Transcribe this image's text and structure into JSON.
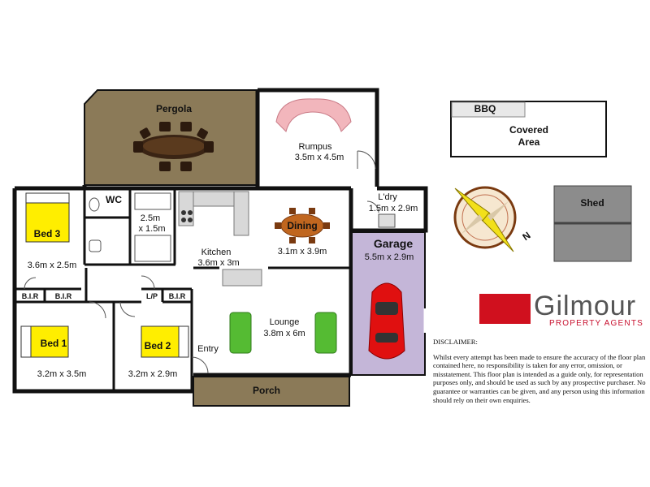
{
  "rooms": {
    "pergola": {
      "name": "Pergola"
    },
    "rumpus": {
      "name": "Rumpus",
      "size": "3.5m x 4.5m"
    },
    "bed3": {
      "name": "Bed 3",
      "size": "3.6m x 2.5m"
    },
    "wc": {
      "name": "WC"
    },
    "bath": {
      "size_line1": "2.5m",
      "size_line2": "x 1.5m"
    },
    "kitchen": {
      "name": "Kitchen",
      "size": "3.6m x 3m"
    },
    "dining": {
      "name": "Dining",
      "size": "3.1m x 3.9m"
    },
    "laundry": {
      "name": "L'dry",
      "size": "1.5m x 2.9m"
    },
    "garage": {
      "name": "Garage",
      "size": "5.5m x 2.9m"
    },
    "bir1": {
      "name": "B.I.R"
    },
    "bir2": {
      "name": "B.I.R"
    },
    "lp": {
      "name": "L/P"
    },
    "bir3": {
      "name": "B.I.R"
    },
    "bed1": {
      "name": "Bed 1",
      "size": "3.2m x 3.5m"
    },
    "bed2": {
      "name": "Bed 2",
      "size": "3.2m x 2.9m"
    },
    "lounge": {
      "name": "Lounge",
      "size": "3.8m x 6m"
    },
    "entry": {
      "name": "Entry"
    },
    "porch": {
      "name": "Porch"
    }
  },
  "outbuildings": {
    "bbq": "BBQ",
    "covered_area_line1": "Covered",
    "covered_area_line2": "Area",
    "shed": "Shed"
  },
  "compass": {
    "direction": "N"
  },
  "colors": {
    "pergola": "#8b7a58",
    "porch": "#8b7a58",
    "garage": "#c4b6d8",
    "bed_label": "#ffee00",
    "sofa_green": "#55bb33",
    "rumpus_sofa": "#f2b6bc",
    "dining_table": "#c0661f",
    "car": "#e01010",
    "wall": "#111111",
    "brand_red": "#d0101e"
  },
  "brand": {
    "name": "Gilmour",
    "tagline": "PROPERTY AGENTS"
  },
  "disclaimer": {
    "title": "DISCLAIMER:",
    "body": "Whilst every attempt has been made to ensure the accuracy of the floor plan contained here, no responsibility is taken for any error, omission, or misstatement. This floor plan is intended as a guide only, for representation purposes only, and should be used as such by any prospective purchaser. No guarantee or warranties can be given, and any person using this information should rely on their own enquiries."
  }
}
